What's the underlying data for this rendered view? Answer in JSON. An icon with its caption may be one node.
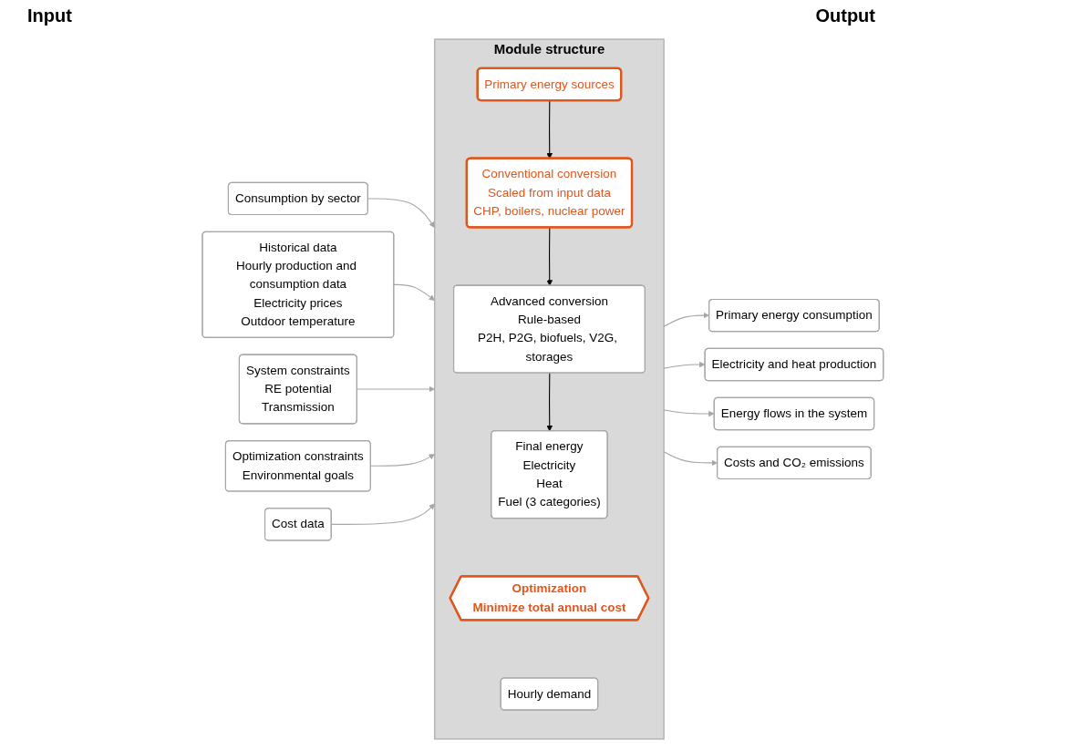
{
  "diagram": {
    "nodes": [
      {
        "text": [
          "Consumption by sector"
        ]
      },
      {
        "text": [
          "Historical data",
          "Hourly production and consumption data",
          "Electricity prices",
          "Outdoor temperature"
        ]
      },
      {
        "text": [
          "System constraints",
          "RE potential",
          "Transmission"
        ]
      },
      {
        "text": [
          "Optimization constraints",
          "Environmental goals"
        ]
      },
      {
        "text": [
          "Cost data"
        ]
      },
      {
        "text": [
          "Module structure"
        ]
      },
      {
        "text": [
          "Primary energy sources"
        ],
        "in": 5
      },
      {
        "text": [
          "Conventional conversion",
          "Scaled from input data",
          "CHP, boilers, nuclear power"
        ],
        "in": 5
      },
      {
        "text": [
          "Advanced conversion",
          "Rule-based",
          "P2H, P2G, biofuels, V2G, storages"
        ],
        "in": 5
      },
      {
        "text": [
          "Final energy",
          "Electricity",
          "Heat",
          "Fuel (3 categories)"
        ],
        "in": 5
      },
      {
        "text": [
          "Optimization",
          "Minimize total annual cost"
        ],
        "in": 5
      },
      {
        "text": [
          "Hourly demand"
        ],
        "in": 5
      },
      {
        "text": [
          "Primary energy consumption"
        ]
      },
      {
        "text": [
          "Electricity and heat production"
        ]
      },
      {
        "text": [
          "Energy flows in the system"
        ]
      },
      {
        "text": [
          "Costs and CO₂ emissions"
        ]
      }
    ],
    "edges": [
      {
        "from": 0,
        "to": 5,
        "arrow": "to"
      },
      {
        "from": 1,
        "to": 5,
        "arrow": "to"
      },
      {
        "from": 2,
        "to": 5,
        "arrow": "to"
      },
      {
        "from": 3,
        "to": 5,
        "arrow": "to"
      },
      {
        "from": 4,
        "to": 5,
        "arrow": "to"
      },
      {
        "from": 6,
        "to": 7,
        "arrow": "to",
        "color": "#000000"
      },
      {
        "from": 7,
        "to": 8,
        "arrow": "to",
        "color": "#000000"
      },
      {
        "from": 8,
        "to": 9,
        "arrow": "to",
        "color": "#000000"
      },
      {
        "from": 5,
        "to": 12,
        "arrow": "to"
      },
      {
        "from": 5,
        "to": 13,
        "arrow": "to"
      },
      {
        "from": 5,
        "to": 14,
        "arrow": "to"
      },
      {
        "from": 5,
        "to": 15,
        "arrow": "to"
      }
    ],
    "labels": [
      "Input",
      "Output"
    ]
  }
}
